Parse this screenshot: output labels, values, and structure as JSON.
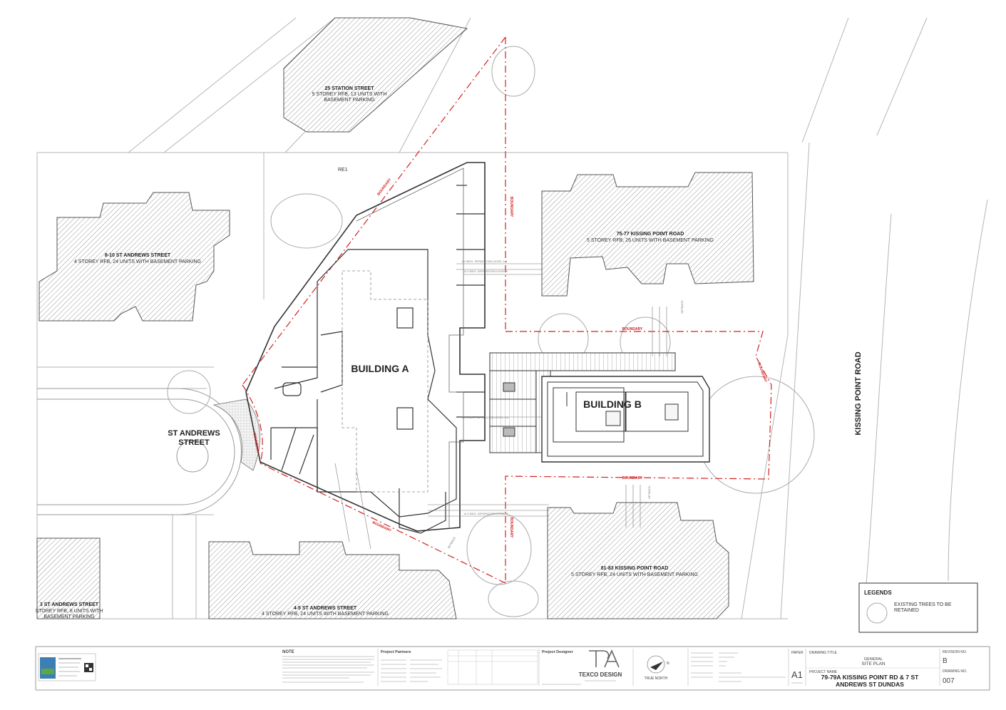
{
  "neighbours": {
    "station_st_title": "25 STATION STREET",
    "station_st_l1": "5 STOREY RFB, 13 UNITS WITH",
    "station_st_l2": "BASEMENT PARKING",
    "st_andrews_810_title": "8-10 ST ANDREWS STREET",
    "st_andrews_810_l1": "4 STOREY RFB, 24 UNITS WITH BASEMENT PARKING",
    "kp_7577_title": "75-77 KISSING POINT ROAD",
    "kp_7577_l1": "5 STOREY RFB, 26 UNITS WITH BASEMENT PARKING",
    "kp_8183_title": "81-83 KISSING POINT ROAD",
    "kp_8183_l1": "5 STOREY RFB, 24 UNITS WITH BASEMENT PARKING",
    "st_andrews_45_title": "4-5 ST ANDREWS STREET",
    "st_andrews_45_l1": "4 STOREY RFB, 24 UNITS WITH BASEMENT PARKING",
    "st_andrews_3_title": "3 ST ANDREWS STREET",
    "st_andrews_3_l1": "STOREY RFB, 8 UNITS WITH",
    "st_andrews_3_l2": "BASEMENT PARKING"
  },
  "buildings": {
    "a": "BUILDING A",
    "b": "BUILDING B"
  },
  "streets": {
    "st_andrews_l1": "ST ANDREWS",
    "st_andrews_l2": "STREET",
    "kissing_point": "KISSING POINT ROAD"
  },
  "annotations": {
    "boundary": "BOUNDARY",
    "re1": "RE1",
    "separation_level_1": "6.0 BDG. SEPARATION LEVEL 1-6",
    "separation_level_2": "12.0 BDG. SEPARATION LEVEL 5",
    "separation_level_3": "12.0 BDG. SEPARATION LEVEL 5-6",
    "separation_level_4": "12.0 BDG. SEPARATION LEVEL N",
    "setback": "SETBACK"
  },
  "legend": {
    "title": "LEGENDS",
    "item_l1": "EXISTING TREES TO BE",
    "item_l2": "RETAINED"
  },
  "title_block": {
    "note_title": "NOTE",
    "partners_title": "Project Partners",
    "designer_title": "Project Designer",
    "firm_name": "TEXCO DESIGN",
    "north_label": "TRUE NORTH",
    "north_letter": "N",
    "paper_label": "PAPER",
    "paper_size": "A1",
    "drawing_title_label": "DRAWING TITLE",
    "drawing_title_l1": "GENERAL",
    "drawing_title_l2": "SITE PLAN",
    "project_name_label": "PROJECT NAME",
    "project_name_l1": "79-79A KISSING POINT RD & 7 ST",
    "project_name_l2": "ANDREWS ST DUNDAS",
    "revision_label": "REVISION NO.",
    "revision": "B",
    "drawing_no_label": "DRAWING NO.",
    "drawing_no": "007"
  },
  "colors": {
    "boundary_red": "#d42020",
    "hatch": "#8a8a8a",
    "line": "#333333"
  }
}
